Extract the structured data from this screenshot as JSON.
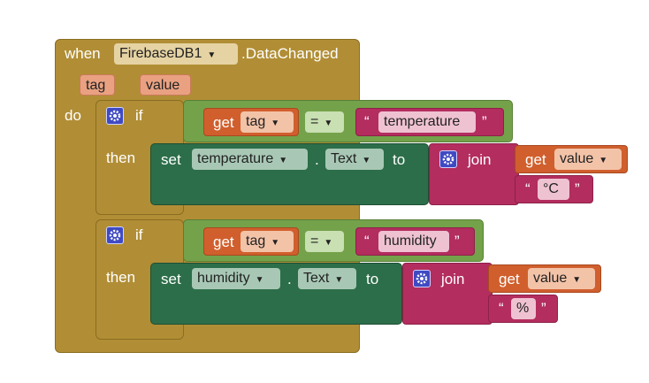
{
  "event": {
    "when_label": "when",
    "component": "FirebaseDB1",
    "event_name": ".DataChanged",
    "params": [
      "tag",
      "value"
    ],
    "do_label": "do"
  },
  "icons": {
    "mutator": "gear-icon",
    "dropdown": "triangle-down-icon"
  },
  "colors": {
    "event": "#b18e35",
    "control": "#74a24a",
    "component": "#2c6e49",
    "text": "#b32d5e",
    "variable": "#d05f2d"
  },
  "blocks": [
    {
      "if_label": "if",
      "then_label": "then",
      "get_label": "get",
      "get_var": "tag",
      "op": "=",
      "open_quote": "“",
      "close_quote": "”",
      "compare_text": "temperature",
      "set_label": "set",
      "set_component": "temperature",
      "dot": ".",
      "property": "Text",
      "to_label": "to",
      "join_label": "join",
      "join_get_label": "get",
      "join_var": "value",
      "suffix": "°C"
    },
    {
      "if_label": "if",
      "then_label": "then",
      "get_label": "get",
      "get_var": "tag",
      "op": "=",
      "open_quote": "“",
      "close_quote": "”",
      "compare_text": "humidity",
      "set_label": "set",
      "set_component": "humidity",
      "dot": ".",
      "property": "Text",
      "to_label": "to",
      "join_label": "join",
      "join_get_label": "get",
      "join_var": "value",
      "suffix": "%"
    }
  ]
}
